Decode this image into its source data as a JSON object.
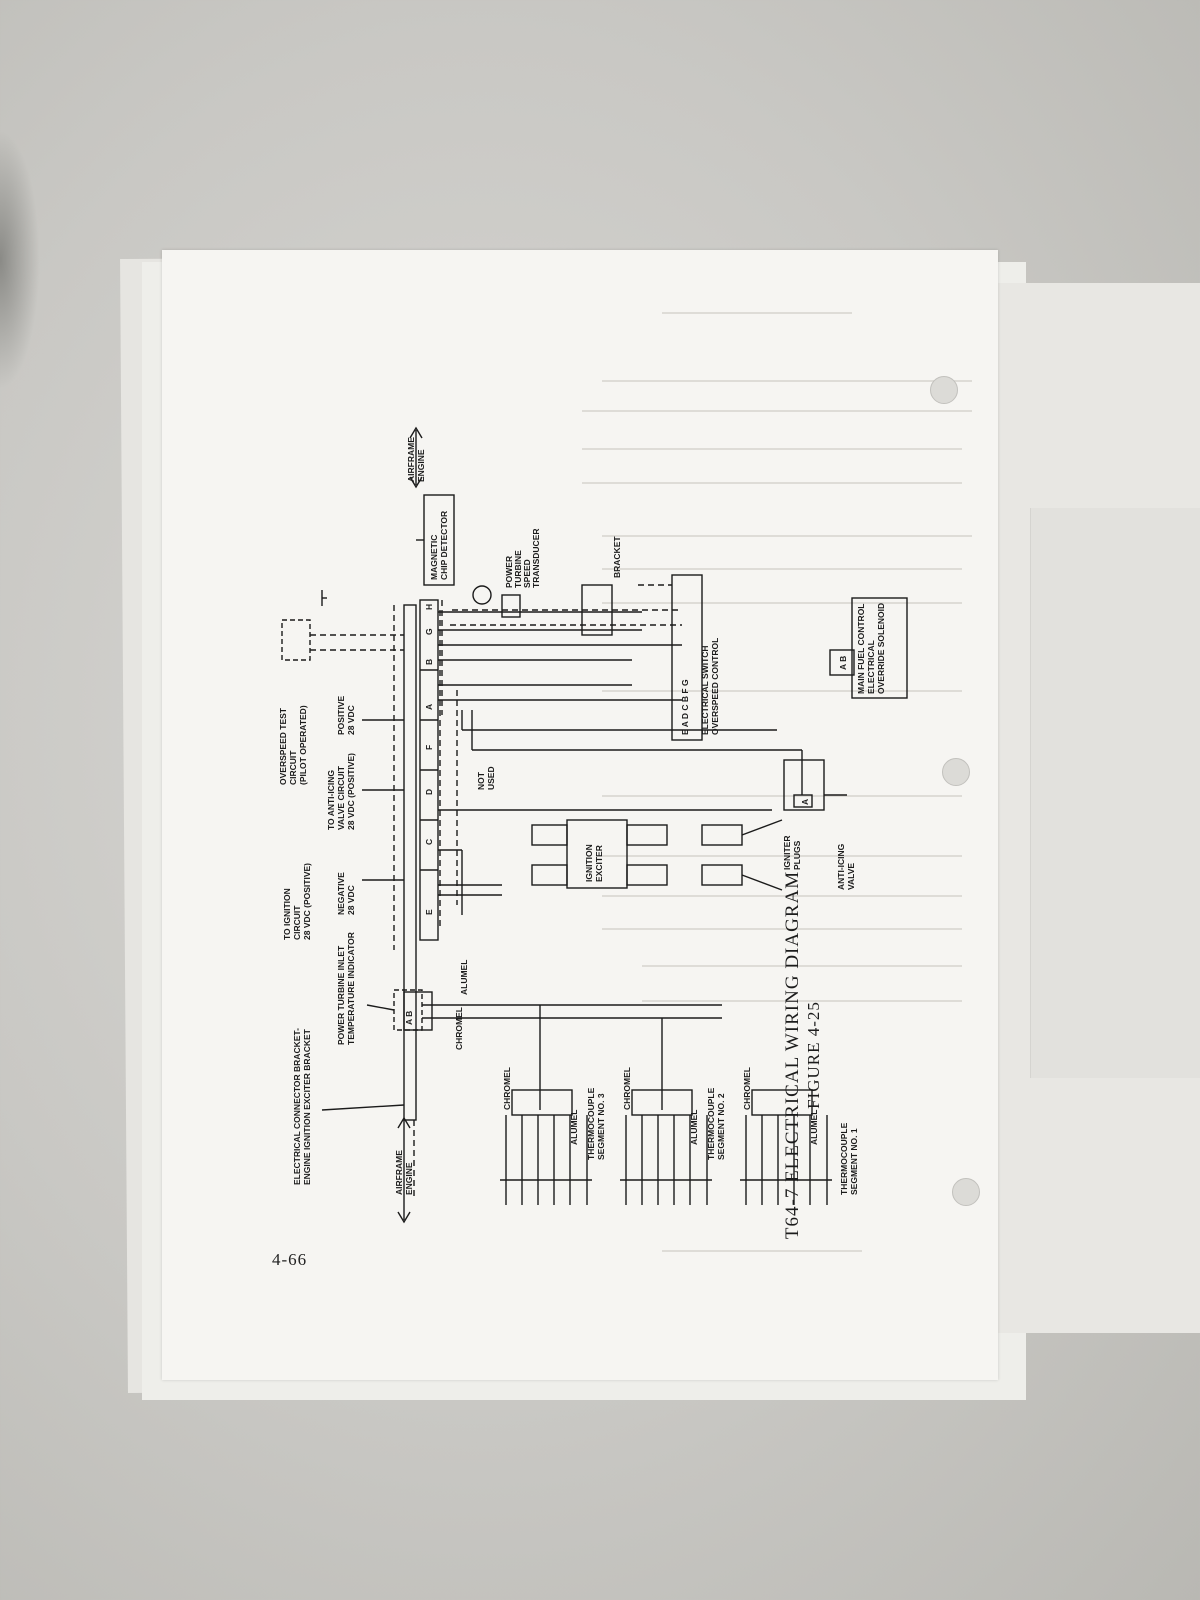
{
  "figure": {
    "title": "T64-7 ELECTRICAL WIRING DIAGRAM",
    "number": "FIGURE 4-25",
    "page_number": "4-66"
  },
  "labels": {
    "airframe_engine_bottom": [
      "AIRFRAME",
      "ENGINE"
    ],
    "airframe_engine_top": [
      "AIRFRAME",
      "ENGINE"
    ],
    "connector_bracket": [
      "ELECTRICAL CONNECTOR BRACKET-",
      "ENGINE IGNITION EXCITER BRACKET"
    ],
    "ptit_indicator": [
      "POWER TURBINE INLET",
      "TEMPERATURE INDICATOR"
    ],
    "ignition_circuit": [
      "TO IGNITION",
      "CIRCUIT",
      "28 VDC (POSITIVE)"
    ],
    "negative": [
      "NEGATIVE",
      "28 VDC"
    ],
    "anti_icing_circuit": [
      "TO ANTI-ICING",
      "VALVE CIRCUIT",
      "28 VDC (POSITIVE)"
    ],
    "positive": [
      "POSITIVE",
      "28 VDC"
    ],
    "overspeed_test": [
      "OVERSPEED TEST",
      "CIRCUIT",
      "(PILOT OPERATED)"
    ],
    "magnetic_chip": [
      "MAGNETIC",
      "CHIP DETECTOR"
    ],
    "speed_transducer": [
      "POWER",
      "TURBINE",
      "SPEED",
      "TRANSDUCER"
    ],
    "bracket": "BRACKET",
    "electrical_switch": [
      "ELECTRICAL SWITCH",
      "OVERSPEED CONTROL"
    ],
    "switch_pins": "E  A    D    C    B    F    G",
    "main_fuel_control": [
      "MAIN FUEL CONTROL",
      "ELECTRICAL",
      "OVERRIDE SOLENOID"
    ],
    "ignition_exciter": [
      "IGNITION",
      "EXCITER"
    ],
    "igniter_plugs": [
      "IGNITER",
      "PLUGS"
    ],
    "anti_icing_valve": [
      "ANTI-ICING",
      "VALVE"
    ],
    "not_used": [
      "NOT",
      "USED"
    ],
    "chromel": "CHROMEL",
    "alumel": "ALUMEL",
    "tc_seg1": [
      "THERMOCOUPLE",
      "SEGMENT NO. 1"
    ],
    "tc_seg2": [
      "THERMOCOUPLE",
      "SEGMENT NO. 2"
    ],
    "tc_seg3": [
      "THERMOCOUPLE",
      "SEGMENT NO. 3"
    ],
    "connector_pins": [
      "E",
      "C",
      "D",
      "F",
      "A",
      "B",
      "G",
      "H"
    ],
    "pin_ab": "A B",
    "pin_a": "A",
    "pin_b": "B"
  }
}
